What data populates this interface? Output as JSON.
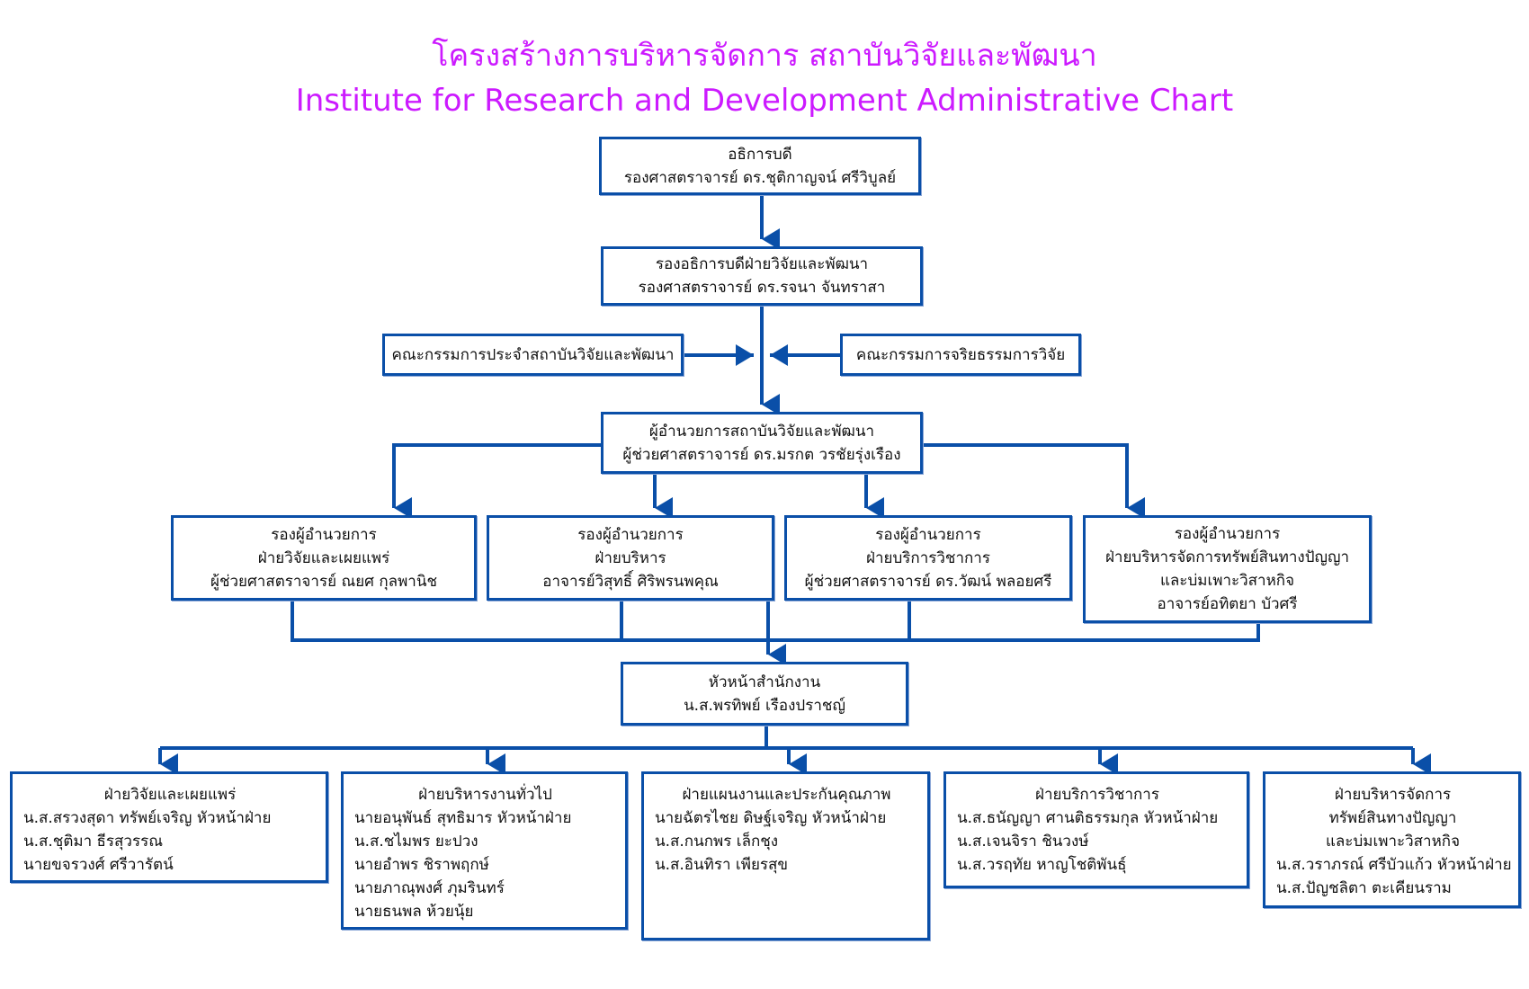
{
  "title": {
    "thai": "โครงสร้างการบริหารจัดการ สถาบันวิจัยและพัฒนา",
    "english": "Institute for Research and Development Administrative Chart"
  },
  "colors": {
    "title": "#cc1aff",
    "line": "#0a4fa8"
  },
  "president": {
    "position": "อธิการบดี",
    "name": "รองศาสตราจารย์ ดร.ชุติกาญจน์ ศรีวิบูลย์"
  },
  "vice_president": {
    "position": "รองอธิการบดีฝ่ายวิจัยและพัฒนา",
    "name": "รองศาสตราจารย์ ดร.รจนา จันทราสา"
  },
  "committees": {
    "left": "คณะกรรมการประจำสถาบันวิจัยและพัฒนา",
    "right": "คณะกรรมการจริยธรรมการวิจัย"
  },
  "director": {
    "position": "ผู้อำนวยการสถาบันวิจัยและพัฒนา",
    "name": "ผู้ช่วยศาสตราจารย์ ดร.มรกต วรชัยรุ่งเรือง"
  },
  "deputies": [
    {
      "position": "รองผู้อำนวยการ",
      "division": "ฝ่ายวิจัยและเผยแพร่",
      "name": "ผู้ช่วยศาสตราจารย์ ณยศ กุลพานิช"
    },
    {
      "position": "รองผู้อำนวยการ",
      "division": "ฝ่ายบริหาร",
      "name": "อาจารย์วิสุทธิ์ ศิริพรนพคุณ"
    },
    {
      "position": "รองผู้อำนวยการ",
      "division": "ฝ่ายบริการวิชาการ",
      "name": "ผู้ช่วยศาสตราจารย์ ดร.วัฒน์ พลอยศรี"
    },
    {
      "position": "รองผู้อำนวยการ",
      "division": "ฝ่ายบริหารจัดการทรัพย์สินทางปัญญา",
      "division2": "และบ่มเพาะวิสาหกิจ",
      "name": "อาจารย์อทิตยา บัวศรี"
    }
  ],
  "office_head": {
    "position": "หัวหน้าสำนักงาน",
    "name": "น.ส.พรทิพย์ เรืองปราชญ์"
  },
  "units": [
    {
      "title": [
        "ฝ่ายวิจัยและเผยแพร่"
      ],
      "members": [
        "น.ส.สรวงสุดา ทรัพย์เจริญ หัวหน้าฝ่าย",
        "น.ส.ชุติมา ธีรสุวรรณ",
        "นายขจรวงศ์ ศรีวารัตน์"
      ]
    },
    {
      "title": [
        "ฝ่ายบริหารงานทั่วไป"
      ],
      "members": [
        "นายอนุพันธ์ สุทธิมาร หัวหน้าฝ่าย",
        "น.ส.ชไมพร ยะปวง",
        "นายอำพร ชิราพฤกษ์",
        "นายภาณุพงศ์ ภุมรินทร์",
        "นายธนพล ห้วยนุ้ย"
      ]
    },
    {
      "title": [
        "ฝ่ายแผนงานและประกันคุณภาพ"
      ],
      "members": [
        "นายฉัตรไชย ดิษฐ์เจริญ หัวหน้าฝ่าย",
        "น.ส.กนกพร เล็กชุง",
        "น.ส.อินทิรา เพียรสุข"
      ]
    },
    {
      "title": [
        "ฝ่ายบริการวิชาการ"
      ],
      "members": [
        "น.ส.ธนัญญา ศานติธรรมกุล หัวหน้าฝ่าย",
        "น.ส.เจนจิรา ชินวงษ์",
        "น.ส.วรฤทัย หาญโชติพันธุ์"
      ]
    },
    {
      "title": [
        "ฝ่ายบริหารจัดการ",
        "ทรัพย์สินทางปัญญา",
        "และบ่มเพาะวิสาหกิจ"
      ],
      "members": [
        "น.ส.วราภรณ์ ศรีบัวแก้ว หัวหน้าฝ่าย",
        "น.ส.ปัญชลิตา ตะเคียนราม"
      ]
    }
  ]
}
